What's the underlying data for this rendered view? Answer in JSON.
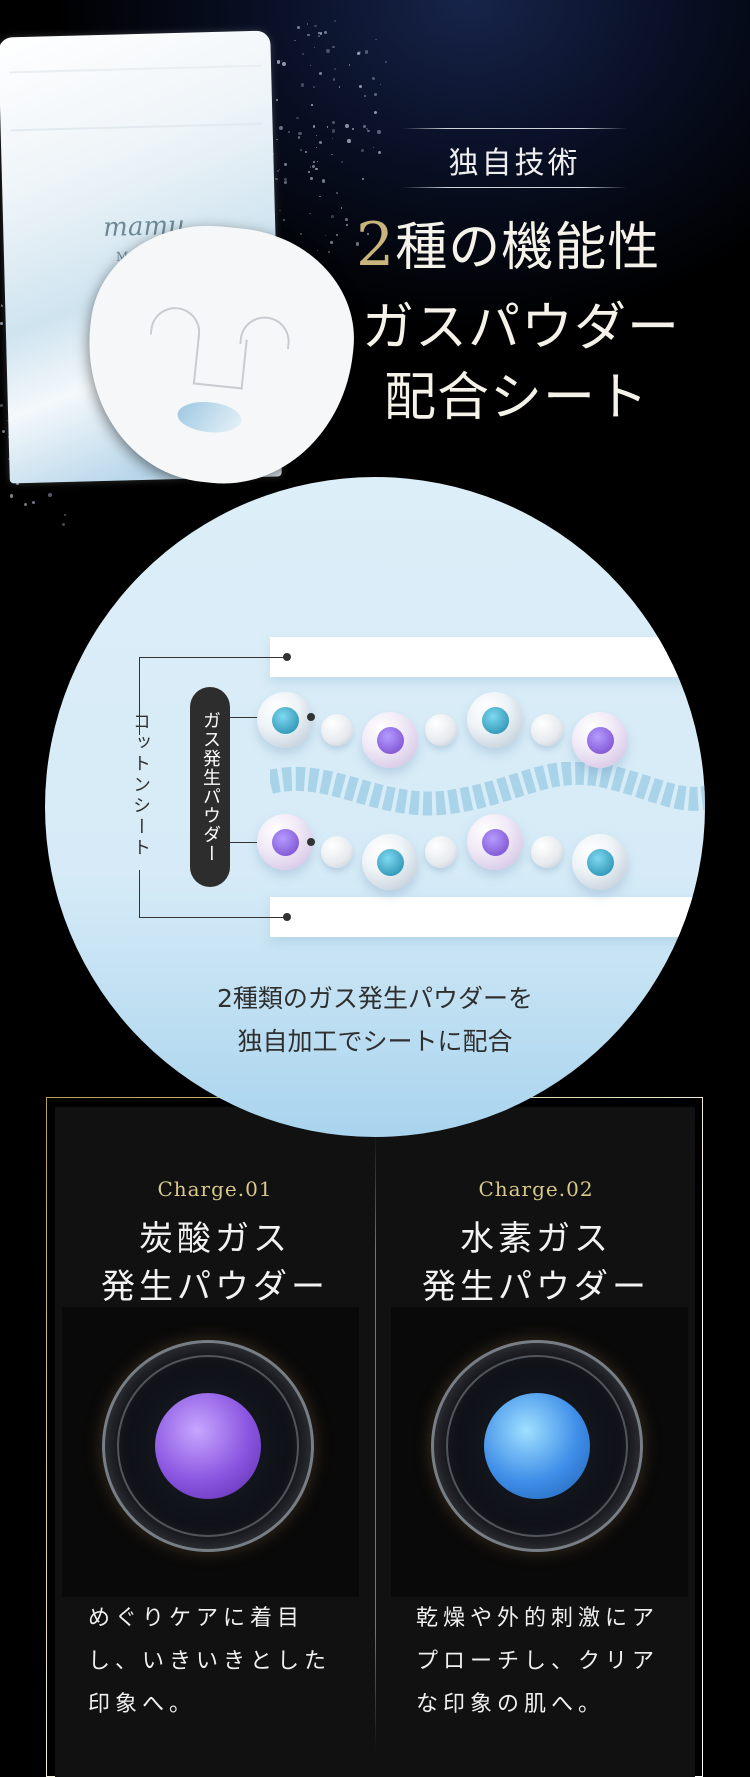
{
  "hero": {
    "package_brand": "mamu",
    "package_sub": "MEDI",
    "kicker": "独自技術",
    "title_num": "2",
    "title_line1": "種の機能性",
    "title_line2": "ガスパウダー",
    "title_line3": "配合シート"
  },
  "diagram": {
    "cotton_label": "コットンシート",
    "powder_label": "ガス発生パウダー",
    "caption_line1": "2種類のガス発生パウダーを",
    "caption_line2": "独自加工でシートに配合",
    "colors": {
      "carbonic": "#7445c9",
      "hydrogen": "#1b86a8",
      "band": "#a9d3e8"
    }
  },
  "cards": [
    {
      "charge": "Charge.01",
      "title_line1": "炭酸ガス",
      "title_line2": "発生パウダー",
      "description": "めぐりケアに着目\nし、いきいきとした\n印象へ。",
      "orb_color": "purple"
    },
    {
      "charge": "Charge.02",
      "title_line1": "水素ガス",
      "title_line2": "発生パウダー",
      "description": "乾燥や外的刺激にア\nプローチし、クリア\nな印象の肌へ。",
      "orb_color": "blue"
    }
  ]
}
